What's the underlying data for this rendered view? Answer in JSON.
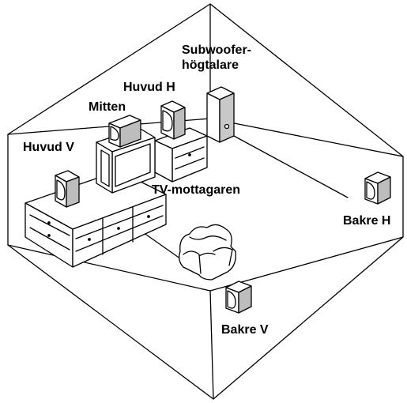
{
  "labels": {
    "subwoofer_line1": "Subwoofer-",
    "subwoofer_line2": "högtalare",
    "front_right": "Huvud H",
    "center": "Mitten",
    "front_left": "Huvud V",
    "tv": "TV-mottagaren",
    "rear_right": "Bakre H",
    "rear_left": "Bakre V"
  },
  "colors": {
    "line": "#000000",
    "speaker_front": "#ffffff",
    "speaker_side": "#bdbdbd",
    "subwoofer_side": "#c8c8c8",
    "background": "#ffffff"
  }
}
